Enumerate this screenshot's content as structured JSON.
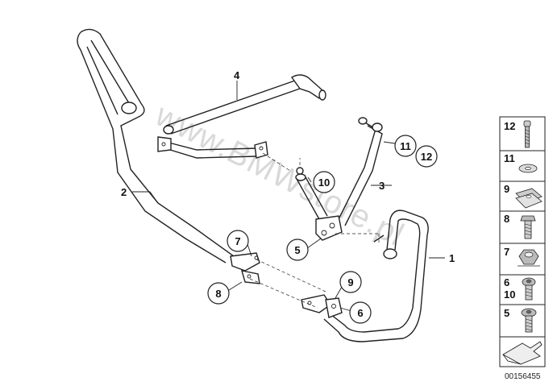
{
  "watermark": "www.BMWstore.pl",
  "diagram_code": "00156455",
  "callouts": [
    {
      "id": "c1",
      "label": "1"
    },
    {
      "id": "c2",
      "label": "2"
    },
    {
      "id": "c3",
      "label": "3"
    },
    {
      "id": "c4",
      "label": "4"
    },
    {
      "id": "c5",
      "label": "5"
    },
    {
      "id": "c6",
      "label": "6"
    },
    {
      "id": "c7",
      "label": "7"
    },
    {
      "id": "c8",
      "label": "8"
    },
    {
      "id": "c9",
      "label": "9"
    },
    {
      "id": "c10",
      "label": "10"
    },
    {
      "id": "c11",
      "label": "11"
    },
    {
      "id": "c12",
      "label": "12"
    }
  ],
  "legend": [
    {
      "label": "12",
      "icon": "screw-icon"
    },
    {
      "label": "11",
      "icon": "washer-icon"
    },
    {
      "label": "9",
      "icon": "clip-nut-icon"
    },
    {
      "label": "8",
      "icon": "hex-bolt-icon"
    },
    {
      "label": "7",
      "icon": "hex-nut-icon"
    },
    {
      "label": "6",
      "label2": "10",
      "icon": "socket-screw-icon"
    },
    {
      "label": "5",
      "icon": "flange-screw-icon"
    }
  ]
}
